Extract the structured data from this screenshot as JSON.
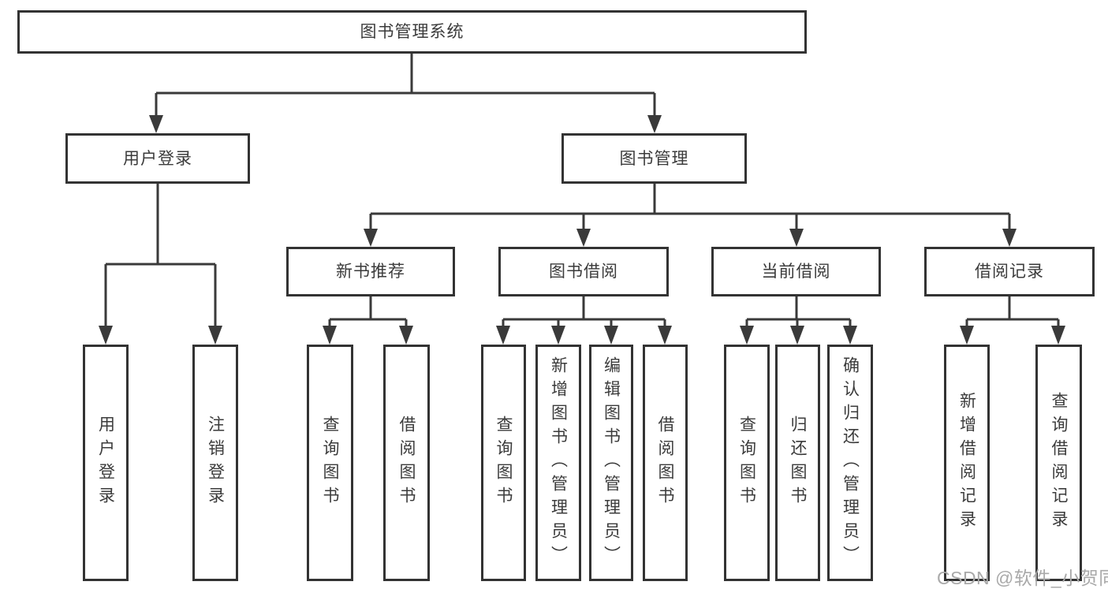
{
  "diagram": {
    "root": {
      "label": "图书管理系统"
    },
    "branches": [
      {
        "label": "用户登录",
        "children": [
          {
            "label": "用户登录"
          },
          {
            "label": "注销登录"
          }
        ]
      },
      {
        "label": "图书管理",
        "children": [
          {
            "label": "新书推荐",
            "children": [
              {
                "label": "查询图书"
              },
              {
                "label": "借阅图书"
              }
            ]
          },
          {
            "label": "图书借阅",
            "children": [
              {
                "label": "查询图书"
              },
              {
                "label": "新增图书（管理员）"
              },
              {
                "label": "编辑图书（管理员）"
              },
              {
                "label": "借阅图书"
              }
            ]
          },
          {
            "label": "当前借阅",
            "children": [
              {
                "label": "查询图书"
              },
              {
                "label": "归还图书"
              },
              {
                "label": "确认归还（管理员）"
              }
            ]
          },
          {
            "label": "借阅记录",
            "children": [
              {
                "label": "新增借阅记录"
              },
              {
                "label": "查询借阅记录"
              }
            ]
          }
        ]
      }
    ]
  },
  "watermark": {
    "text": "CSDN @软件_小贺同学"
  },
  "colors": {
    "line_color": "#3a3a3a",
    "box_border_color": "#333333",
    "text_color": "#3b3b3b",
    "watermark_color": "#a9a9a9",
    "background_color": "#ffffff"
  }
}
